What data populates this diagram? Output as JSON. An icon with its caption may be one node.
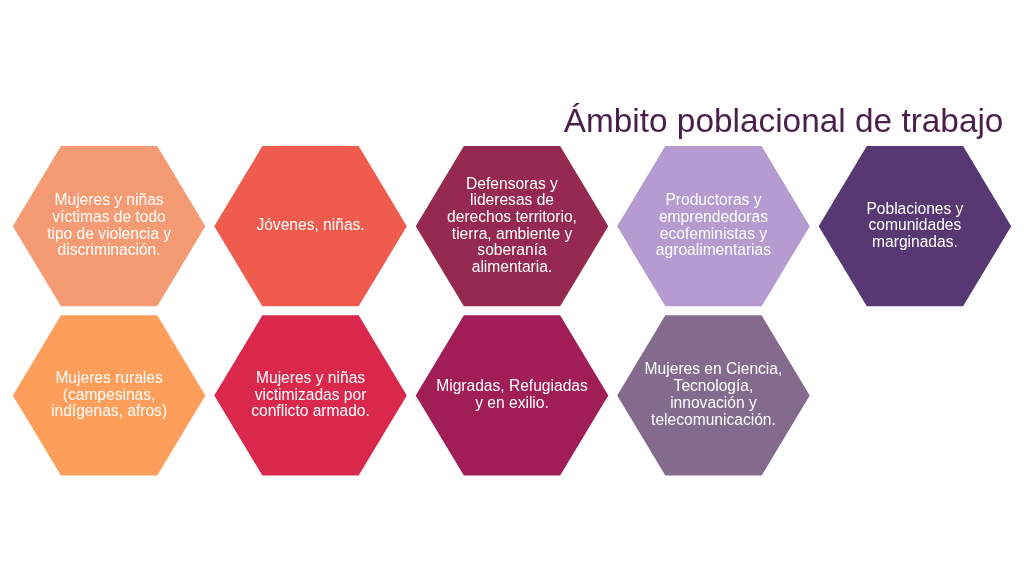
{
  "diagram": {
    "title": "Ámbito poblacional de trabajo",
    "nodes": [
      {
        "text": [
          "Mujeres y niñas víctimas de todo tipo de violencia y discriminación."
        ]
      },
      {
        "text": [
          "Mujeres rurales (campesinas, indígenas, afros)"
        ]
      },
      {
        "text": [
          "Jóvenes, niñas."
        ]
      },
      {
        "text": [
          "Mujeres y niñas victimizadas por conflicto armado."
        ]
      },
      {
        "text": [
          "Defensoras y lideresas de derechos territorio, tierra, ambiente y soberanía alimentaria."
        ]
      },
      {
        "text": [
          "Migradas, Refugiadas y en exilio."
        ]
      },
      {
        "text": [
          "Productoras y emprendedoras ecofeministas y agroalimentarias"
        ]
      },
      {
        "text": [
          "Mujeres en Ciencia, Tecnología, innovación y telecomunicación."
        ]
      },
      {
        "text": [
          "Poblaciones y comunidades marginadas."
        ]
      }
    ]
  }
}
